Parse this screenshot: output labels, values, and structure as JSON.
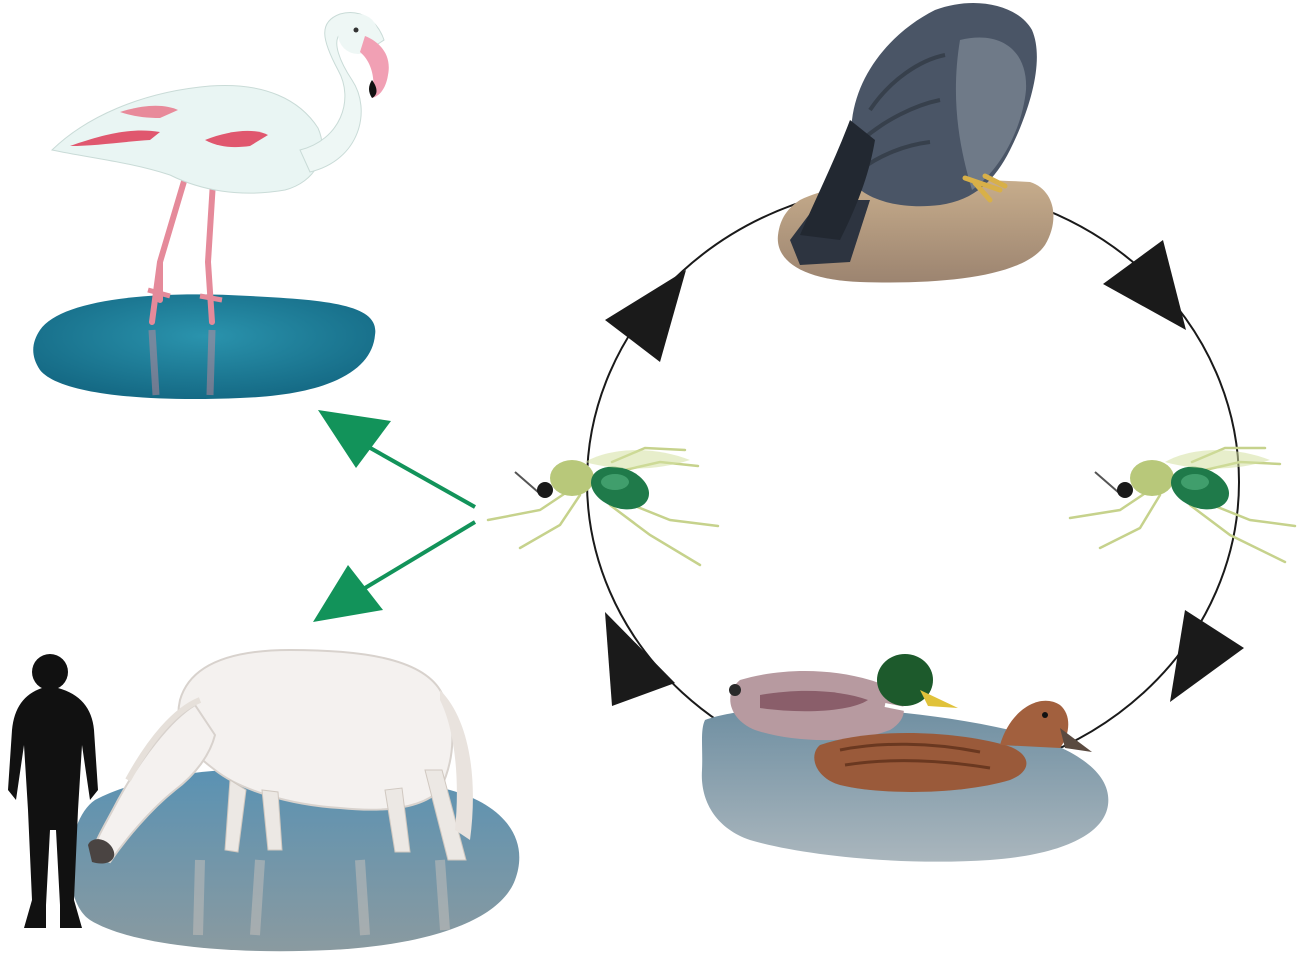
{
  "diagram": {
    "subjects": [
      {
        "id": "flamingo",
        "icon": "flamingo-icon"
      },
      {
        "id": "falcon",
        "icon": "falcon-icon"
      },
      {
        "id": "mosquito-left",
        "icon": "mosquito-icon"
      },
      {
        "id": "mosquito-right",
        "icon": "mosquito-icon"
      },
      {
        "id": "ducks",
        "icon": "duck-icon"
      },
      {
        "id": "horse",
        "icon": "horse-icon"
      },
      {
        "id": "human",
        "icon": "human-silhouette-icon"
      }
    ],
    "cycle_direction": "clockwise",
    "spillover_targets": [
      "flamingo",
      "horse"
    ],
    "colors": {
      "cycle_arrow": "#1a1a1a",
      "spillover_arrow": "#12935a",
      "water": "#1e7f9a",
      "flamingo": "#e8f3f1",
      "flamingo_pink": "#e0576e",
      "falcon": "#4a5566",
      "mosquito_body": "#b8c87a",
      "mosquito_abdomen": "#1f7a4a",
      "mallard_head": "#1d5a2c",
      "female_duck": "#9a5a3a",
      "horse": "#f4f1ef",
      "human": "#111111"
    }
  }
}
